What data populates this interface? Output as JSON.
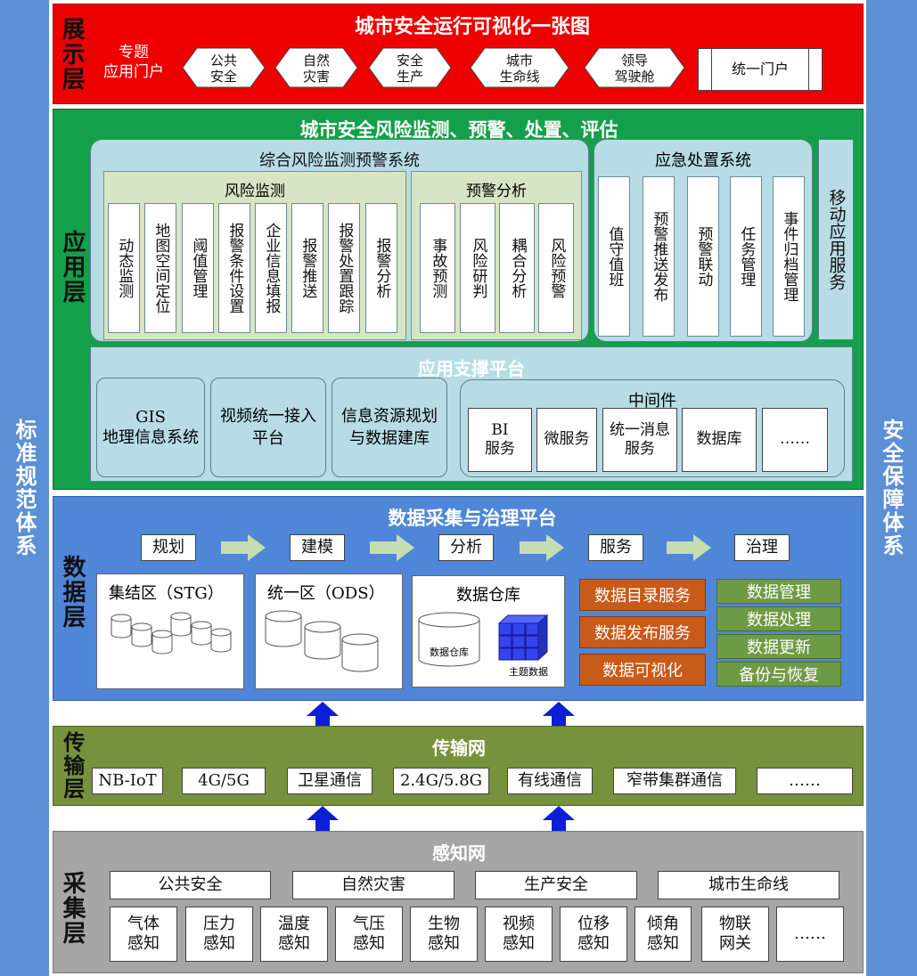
{
  "side_left": "标准规范体系",
  "side_right": "安全保障体系",
  "display_layer": {
    "label": "展示层",
    "title": "城市安全运行可视化一张图",
    "portal_label_1": "专题",
    "portal_label_2": "应用门户",
    "items": [
      {
        "l1": "公共",
        "l2": "安全"
      },
      {
        "l1": "自然",
        "l2": "灾害"
      },
      {
        "l1": "安全",
        "l2": "生产"
      },
      {
        "l1": "城市",
        "l2": "生命线"
      },
      {
        "l1": "领导",
        "l2": "驾驶舱"
      }
    ],
    "unified_portal": "统一门户"
  },
  "app_layer": {
    "label": "应用层",
    "title": "城市安全风险监测、预警、处置、评估",
    "risk_system": {
      "title": "综合风险监测预警系统",
      "monitor": {
        "title": "风险监测",
        "items": [
          "动态监测",
          "地图空间定位",
          "阈值管理",
          "报警条件设置",
          "企业信息填报",
          "报警推送",
          "报警处置跟踪",
          "报警分析"
        ]
      },
      "warning": {
        "title": "预警分析",
        "items": [
          "事故预测",
          "风险研判",
          "耦合分析",
          "风险预警"
        ]
      }
    },
    "emergency": {
      "title": "应急处置系统",
      "items": [
        "值守值班",
        "预警推送发布",
        "预警联动",
        "任务管理",
        "事件归档管理"
      ]
    },
    "mobile": "移动应用服务",
    "support": {
      "title": "应用支撑平台",
      "gis_1": "GIS",
      "gis_2": "地理信息系统",
      "video": "视频统一接入平台",
      "info": "信息资源规划与数据建库",
      "middleware": {
        "title": "中间件",
        "bi_1": "BI",
        "bi_2": "服务",
        "items": [
          "微服务",
          "统一消息服务",
          "数据库",
          "……"
        ]
      }
    }
  },
  "data_layer": {
    "label": "数据层",
    "title": "数据采集与治理平台",
    "steps": [
      "规划",
      "建模",
      "分析",
      "服务",
      "治理"
    ],
    "stg": "集结区（STG）",
    "ods": "统一区（ODS）",
    "warehouse": "数据仓库",
    "warehouse_db": "数据仓库",
    "theme_data": "主题数据",
    "services": [
      "数据目录服务",
      "数据发布服务",
      "数据可视化"
    ],
    "governance": [
      "数据管理",
      "数据处理",
      "数据更新",
      "备份与恢复"
    ]
  },
  "transport_layer": {
    "label": "传输层",
    "title": "传输网",
    "items": [
      "NB-IoT",
      "4G/5G",
      "卫星通信",
      "2.4G/5.8G",
      "有线通信",
      "窄带集群通信",
      "……"
    ]
  },
  "collect_layer": {
    "label": "采集层",
    "title": "感知网",
    "categories": [
      "公共安全",
      "自然灾害",
      "生产安全",
      "城市生命线"
    ],
    "sensors": [
      {
        "l1": "气体",
        "l2": "感知"
      },
      {
        "l1": "压力",
        "l2": "感知"
      },
      {
        "l1": "温度",
        "l2": "感知"
      },
      {
        "l1": "气压",
        "l2": "感知"
      },
      {
        "l1": "生物",
        "l2": "感知"
      },
      {
        "l1": "视频",
        "l2": "感知"
      },
      {
        "l1": "位移",
        "l2": "感知"
      },
      {
        "l1": "倾角",
        "l2": "感知"
      },
      {
        "l1": "物联",
        "l2": "网关"
      },
      {
        "l1": "……",
        "l2": ""
      }
    ]
  },
  "colors": {
    "side": "#5b8fd6",
    "display": "#ee0000",
    "app": "#14a04a",
    "data": "#4f86d8",
    "transport": "#76923c",
    "collect": "#a6a6a6"
  }
}
